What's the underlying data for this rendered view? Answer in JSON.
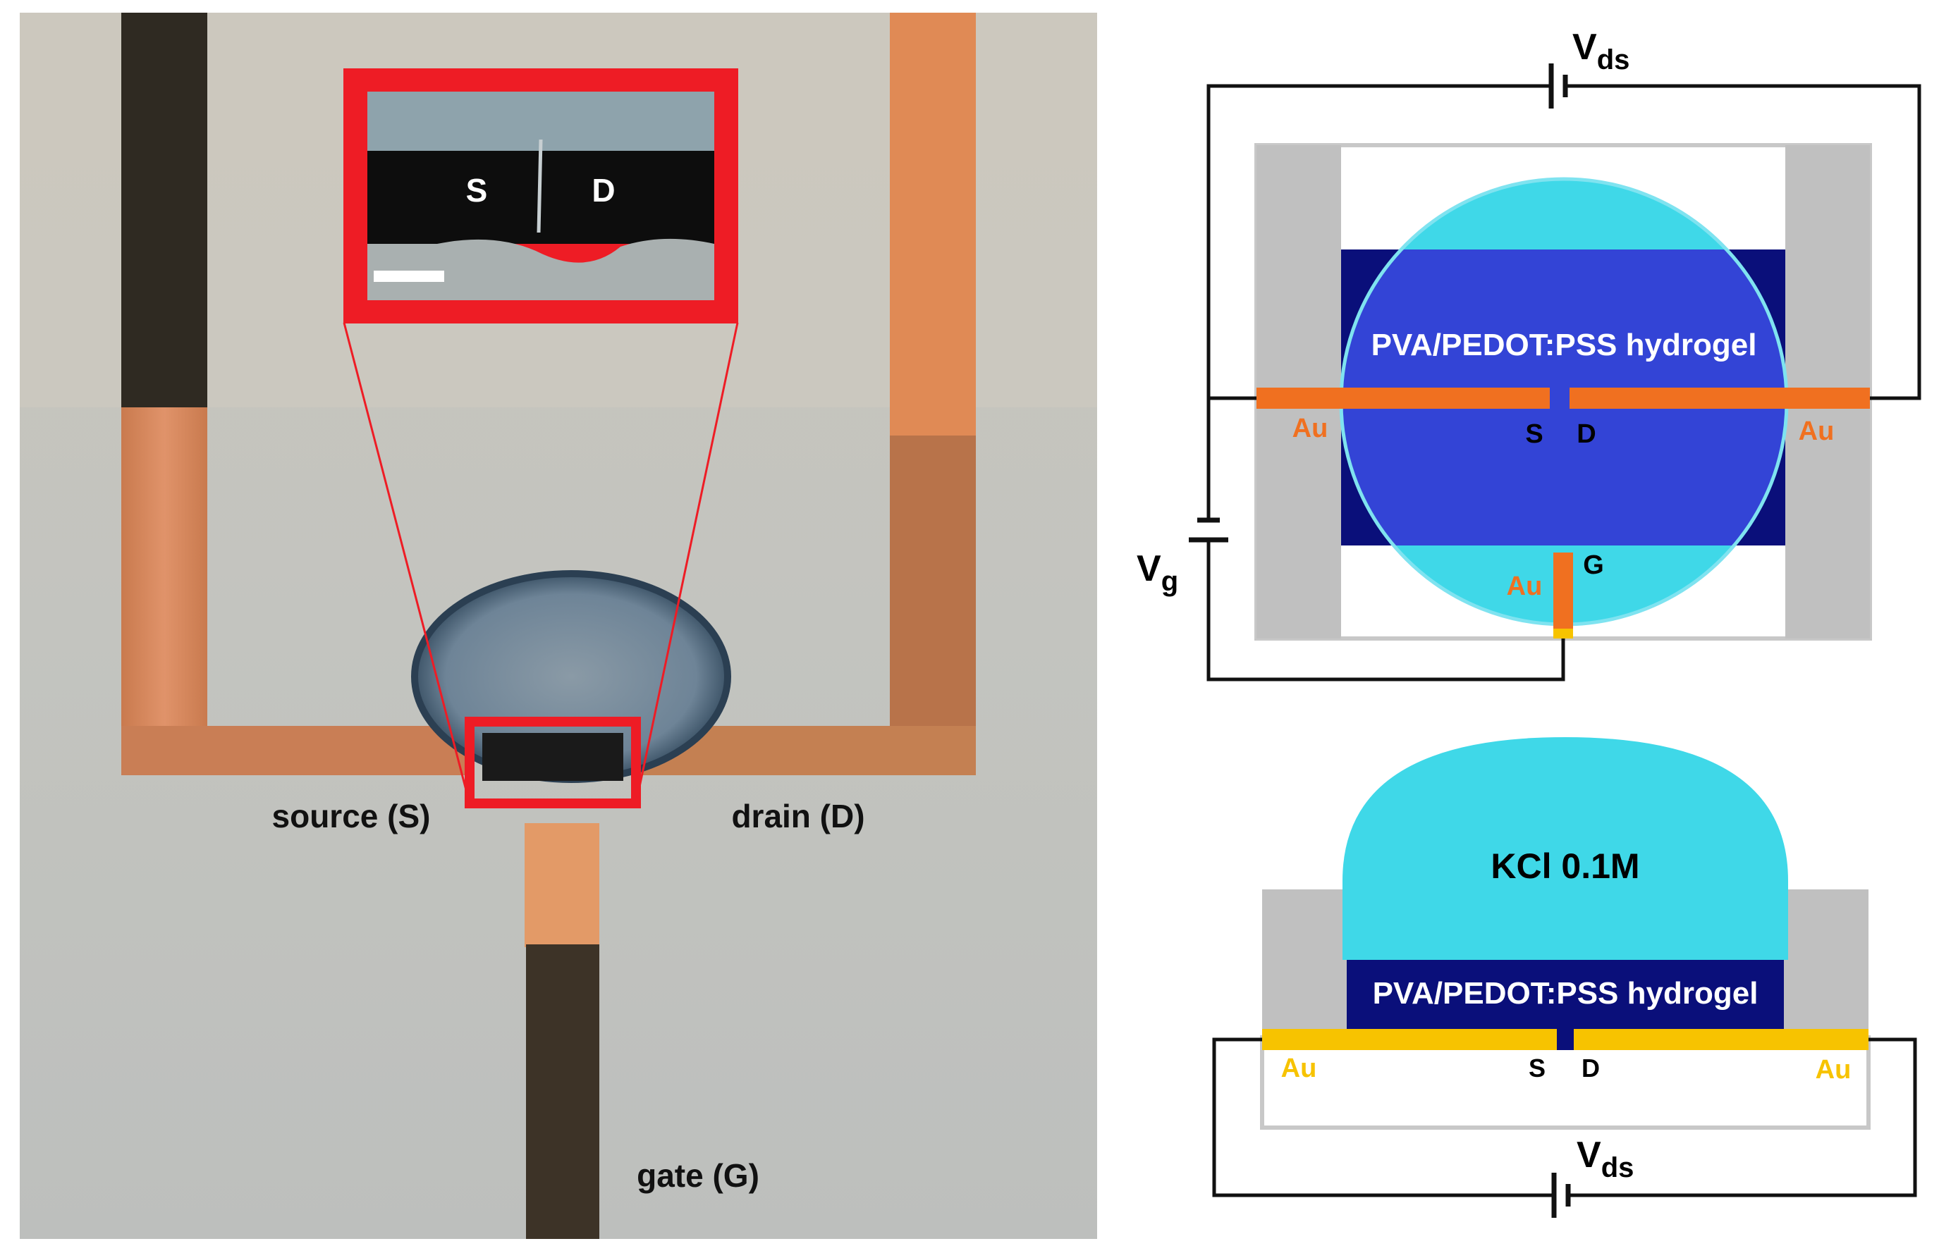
{
  "photo": {
    "inset_source_label": "S",
    "inset_drain_label": "D",
    "source_label": "source (S)",
    "drain_label": "drain (D)",
    "gate_label": "gate (G)"
  },
  "top_view": {
    "vds_main": "V",
    "vds_sub": "ds",
    "vg_main": "V",
    "vg_sub": "g",
    "hydrogel_label": "PVA/PEDOT:PSS hydrogel",
    "au_left": "Au",
    "au_right": "Au",
    "au_gate": "Au",
    "s_label": "S",
    "d_label": "D",
    "g_label": "G"
  },
  "side_view": {
    "electrolyte_label": "KCl 0.1M",
    "hydrogel_label": "PVA/PEDOT:PSS hydrogel",
    "au_left": "Au",
    "au_right": "Au",
    "s_label": "S",
    "d_label": "D",
    "vds_main": "V",
    "vds_sub": "ds"
  },
  "colors": {
    "copper": "#D8875A",
    "copper_dark": "#A05E3C",
    "au_orange": "#F07020",
    "au_yellow": "#F7C300",
    "electrolyte": "#3FD8E8",
    "hydrogel": "#3344D6",
    "hydrogel_dark": "#0A0F7A",
    "substrate_gray": "#C0C0C0",
    "inset_red": "#EE1C25"
  }
}
